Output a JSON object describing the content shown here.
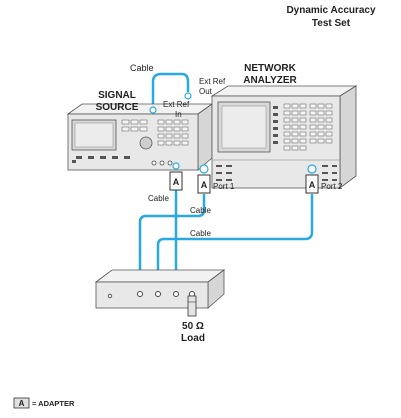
{
  "diagram": {
    "title_line1": "Dynamic Accuracy",
    "title_line2": "Test Set",
    "cable_top": "Cable",
    "ext_ref_out_line1": "Ext Ref",
    "ext_ref_out_line2": "Out",
    "network_analyzer_line1": "NETWORK",
    "network_analyzer_line2": "ANALYZER",
    "signal_source_line1": "SIGNAL",
    "signal_source_line2": "SOURCE",
    "ext_ref_in_line1": "Ext Ref",
    "ext_ref_in_line2": "In",
    "cable_source": "Cable",
    "port1": "Port 1",
    "port2": "Port 2",
    "cable_mid1": "Cable",
    "cable_mid2": "Cable",
    "load_value": "50 Ω",
    "load_word": "Load",
    "adapter_symbol": "A",
    "adapter_legend": "= ADAPTER"
  },
  "colors": {
    "cable": "#29a9e1",
    "instrument_body": "#e8e8e8",
    "instrument_edge": "#555555",
    "screen": "#d9d9d9"
  }
}
